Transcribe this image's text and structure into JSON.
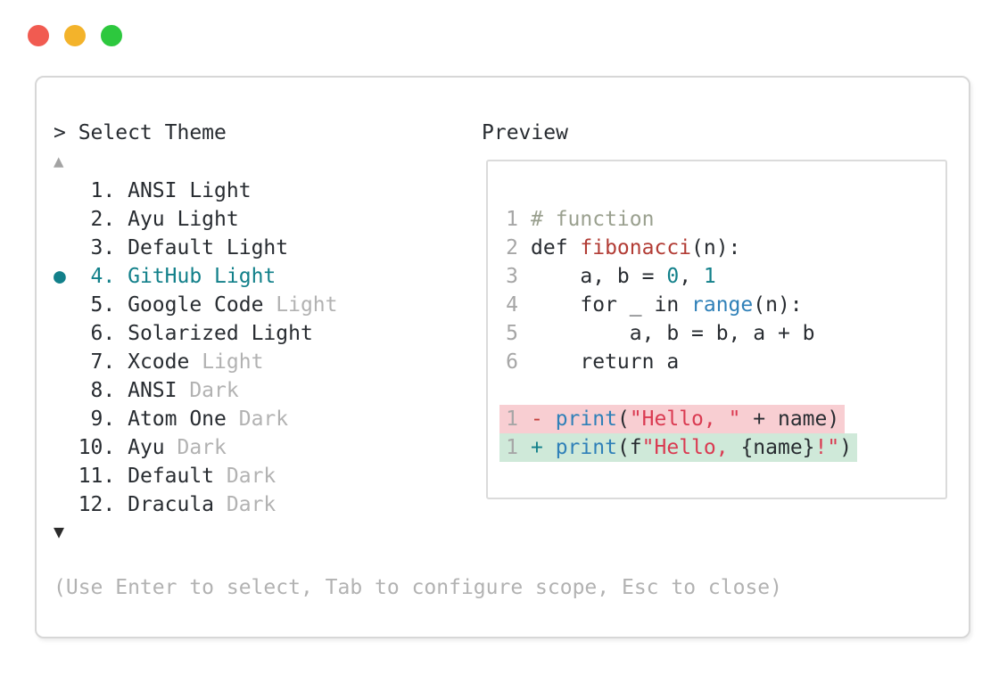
{
  "colors": {
    "ink": "#282c31",
    "muted": "#b2b2b2",
    "teal": "#12808a",
    "func-red": "#b23c35",
    "code-blue": "#2f80b8",
    "string-red": "#da3a51",
    "minus-red": "#c4403c",
    "comment": "#9aa08f",
    "linenum": "#a6a6a6",
    "diff-add-bg": "#cfe9d9",
    "diff-del-bg": "#f8ced2",
    "panel-border": "#d7d7d7",
    "preview-border": "#dbdbdb",
    "arrow-dim": "#a3a3a3",
    "arrow-dark": "#2b2b2b"
  },
  "window": {
    "controls": [
      {
        "name": "close",
        "color": "#f15b51"
      },
      {
        "name": "minimize",
        "color": "#f3b32b"
      },
      {
        "name": "zoom",
        "color": "#2dc83e"
      }
    ]
  },
  "panel": {
    "title": "> Select Theme",
    "preview_label": "Preview",
    "scroll_up_icon": "▲",
    "scroll_down_icon": "▼",
    "selected_marker": "●",
    "hint": "(Use Enter to select, Tab to configure scope, Esc to close)",
    "themes": [
      {
        "number": "1",
        "name": "ANSI Light",
        "muted": "",
        "selected": false
      },
      {
        "number": "2",
        "name": "Ayu Light",
        "muted": "",
        "selected": false
      },
      {
        "number": "3",
        "name": "Default Light",
        "muted": "",
        "selected": false
      },
      {
        "number": "4",
        "name": "GitHub Light",
        "muted": "",
        "selected": true
      },
      {
        "number": "5",
        "name": "Google Code",
        "muted": " Light",
        "selected": false
      },
      {
        "number": "6",
        "name": "Solarized Light",
        "muted": "",
        "selected": false
      },
      {
        "number": "7",
        "name": "Xcode",
        "muted": " Light",
        "selected": false
      },
      {
        "number": "8",
        "name": "ANSI",
        "muted": " Dark",
        "selected": false
      },
      {
        "number": "9",
        "name": "Atom One",
        "muted": " Dark",
        "selected": false
      },
      {
        "number": "10",
        "name": "Ayu",
        "muted": " Dark",
        "selected": false
      },
      {
        "number": "11",
        "name": "Default",
        "muted": " Dark",
        "selected": false
      },
      {
        "number": "12",
        "name": "Dracula",
        "muted": " Dark",
        "selected": false
      }
    ]
  },
  "preview": {
    "code_lines": [
      {
        "ln": "1",
        "diff": "",
        "tokens": [
          {
            "t": "# function",
            "c": "comment"
          }
        ]
      },
      {
        "ln": "2",
        "diff": "",
        "tokens": [
          {
            "t": "def ",
            "c": "ink"
          },
          {
            "t": "fibonacci",
            "c": "func"
          },
          {
            "t": "(n):",
            "c": "ink"
          }
        ]
      },
      {
        "ln": "3",
        "diff": "",
        "tokens": [
          {
            "t": "    a, b = ",
            "c": "ink"
          },
          {
            "t": "0",
            "c": "teal"
          },
          {
            "t": ", ",
            "c": "ink"
          },
          {
            "t": "1",
            "c": "teal"
          }
        ]
      },
      {
        "ln": "4",
        "diff": "",
        "tokens": [
          {
            "t": "    for _ in ",
            "c": "ink"
          },
          {
            "t": "range",
            "c": "blue"
          },
          {
            "t": "(n):",
            "c": "ink"
          }
        ]
      },
      {
        "ln": "5",
        "diff": "",
        "tokens": [
          {
            "t": "        a, b = b, a + b",
            "c": "ink"
          }
        ]
      },
      {
        "ln": "6",
        "diff": "",
        "tokens": [
          {
            "t": "    return a",
            "c": "ink"
          }
        ]
      },
      {
        "ln": "",
        "diff": "",
        "tokens": []
      },
      {
        "ln": "1",
        "diff": "del",
        "tokens": [
          {
            "t": "- ",
            "c": "minus"
          },
          {
            "t": "print",
            "c": "blue"
          },
          {
            "t": "(",
            "c": "ink"
          },
          {
            "t": "\"Hello, \"",
            "c": "string"
          },
          {
            "t": " + name)",
            "c": "ink"
          }
        ]
      },
      {
        "ln": "1",
        "diff": "add",
        "tokens": [
          {
            "t": "+ ",
            "c": "teal"
          },
          {
            "t": "print",
            "c": "blue"
          },
          {
            "t": "(f",
            "c": "ink"
          },
          {
            "t": "\"Hello, ",
            "c": "string"
          },
          {
            "t": "{name}",
            "c": "ink"
          },
          {
            "t": "!\"",
            "c": "string"
          },
          {
            "t": ")",
            "c": "ink"
          }
        ]
      }
    ]
  }
}
